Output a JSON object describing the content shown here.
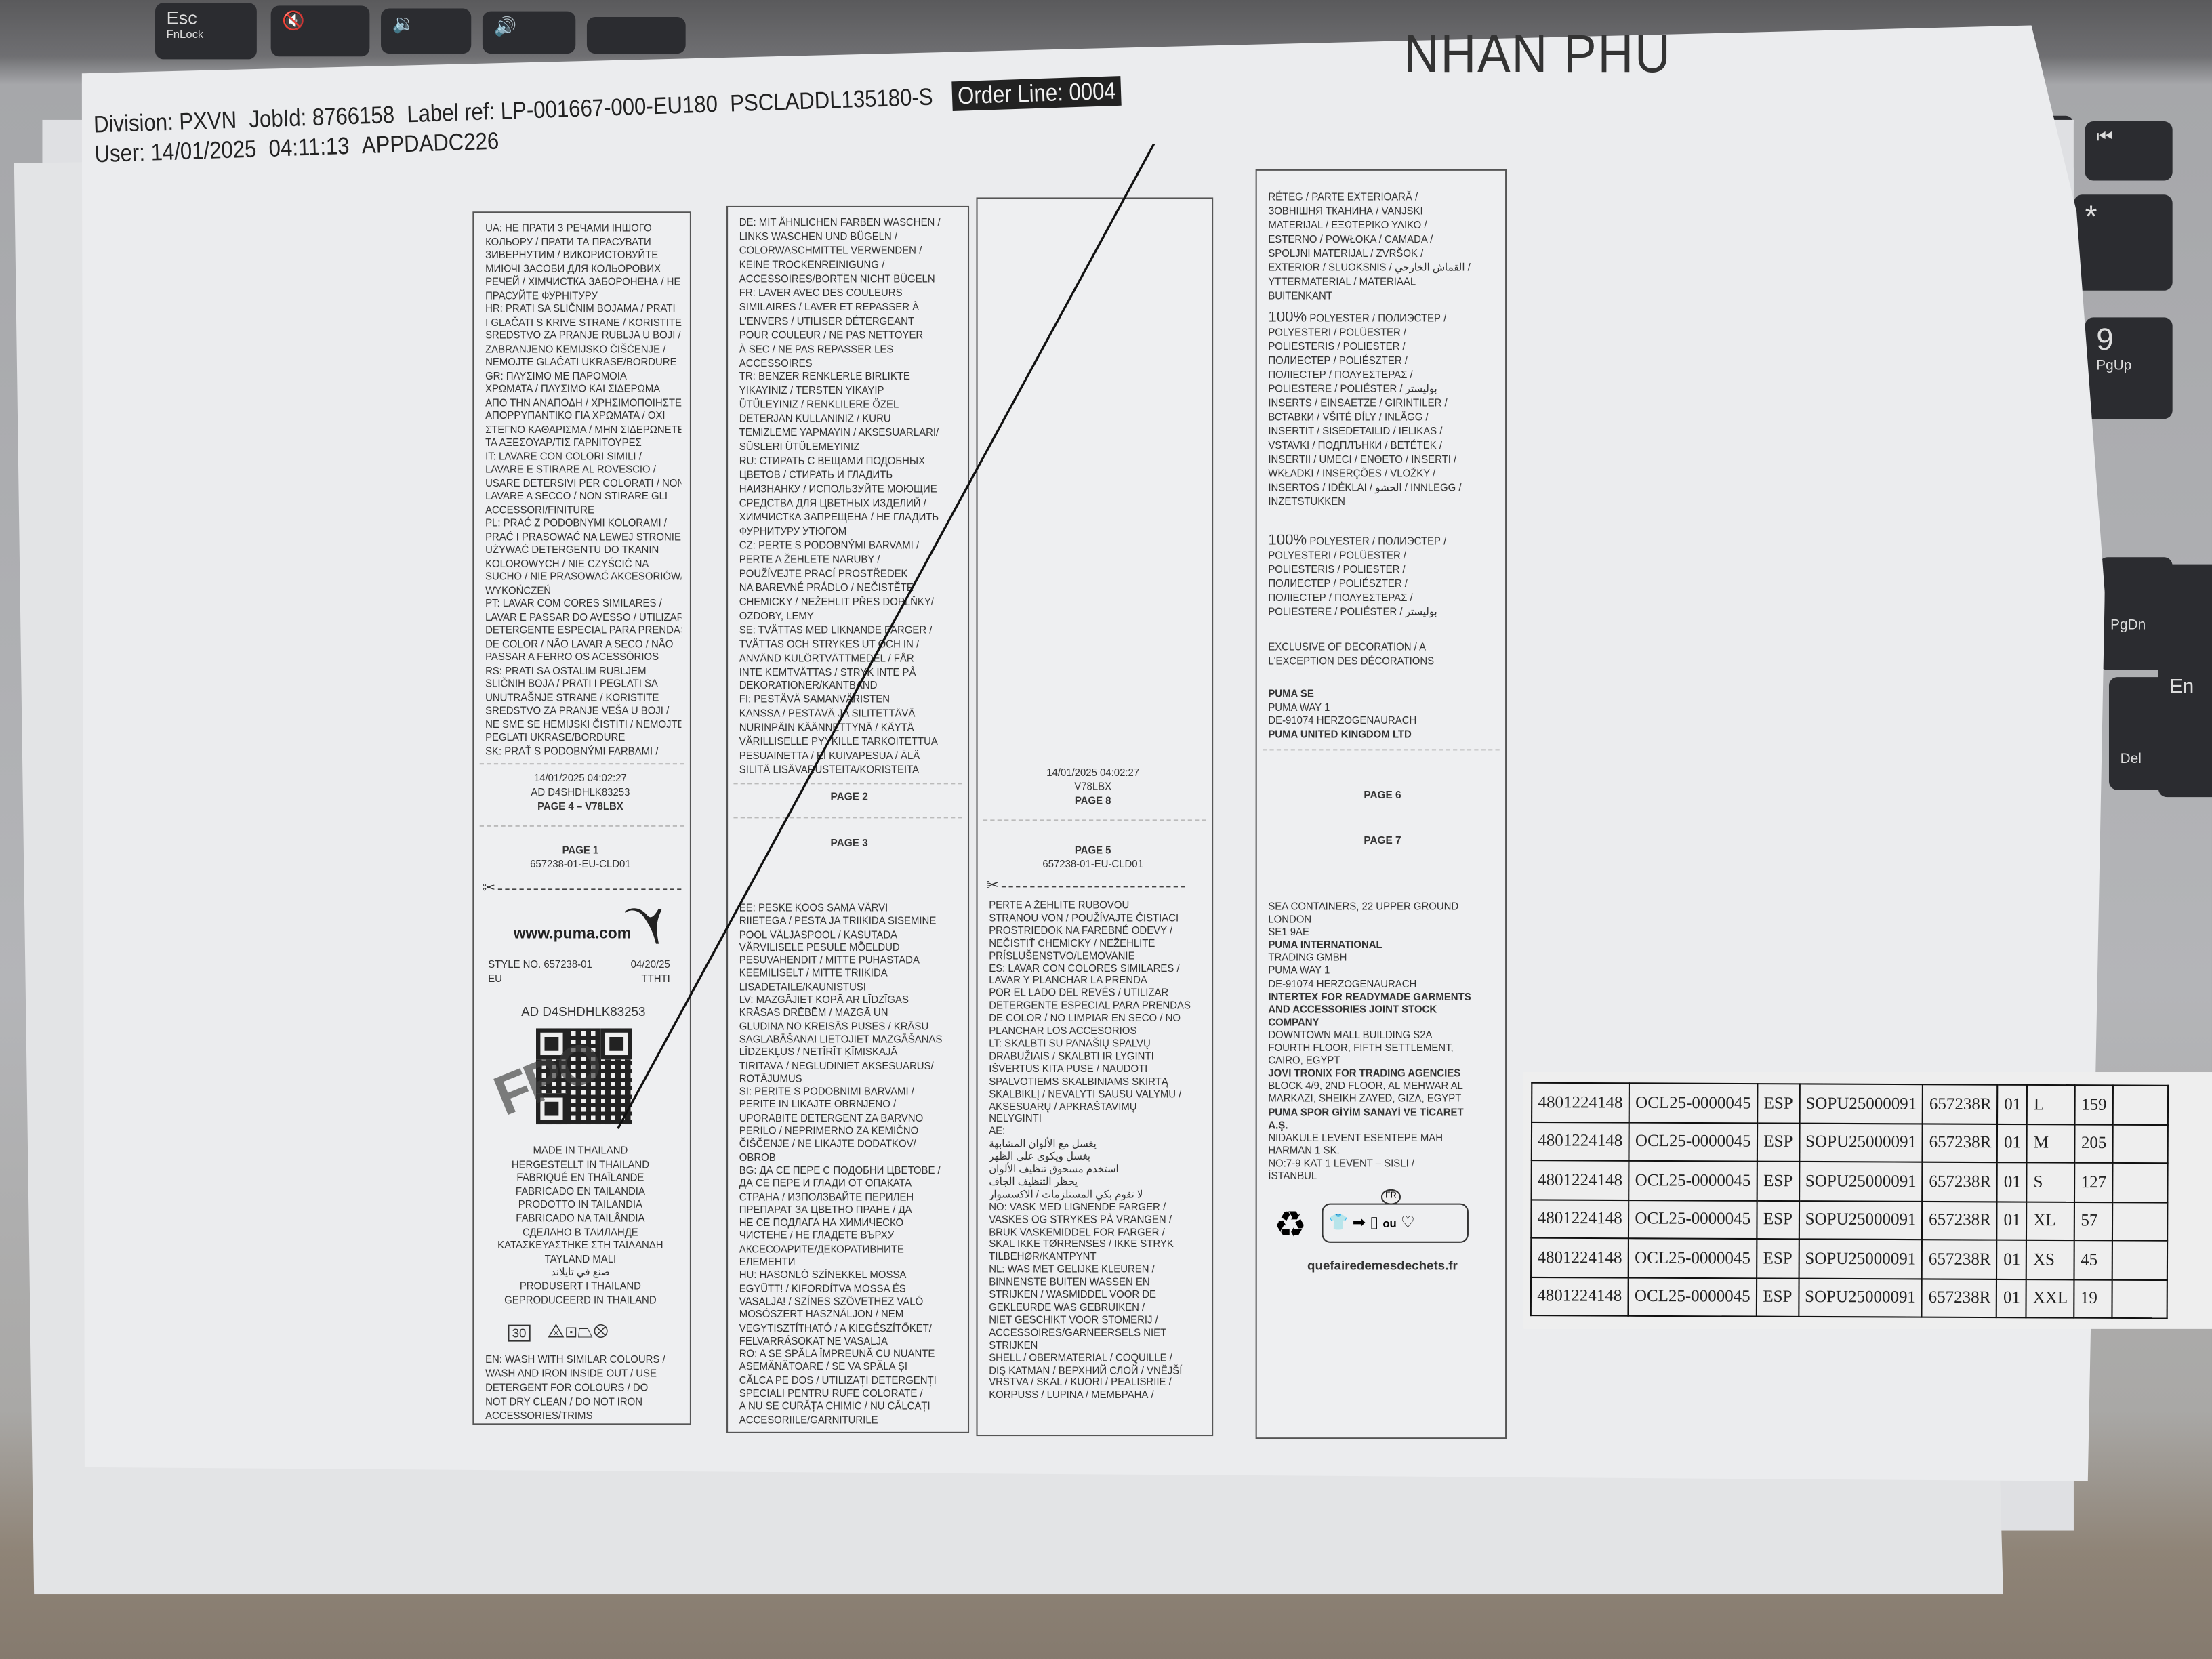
{
  "header": {
    "division": "Division: PXVN",
    "job_id": "JobId: 8766158",
    "label_ref": "Label ref:  LP-001667-000-EU180",
    "code": "PSCLADDL135180-S",
    "order_line": "Order Line: 0004",
    "user": "User: 14/01/2025",
    "time": "04:11:13",
    "app": "APPDADC226"
  },
  "handwritten_name": "NHAN PHU",
  "keyboard": {
    "esc": "Esc",
    "fnlock": "FnLock",
    "pgup": "PgUp",
    "num9": "9",
    "pgdn": "PgDn",
    "enter": "En",
    "del": "Del"
  },
  "panel1": {
    "care": [
      "UA: НЕ ПРАТИ З РЕЧАМИ ІНШОГО",
      "КОЛЬОРУ / ПРАТИ ТА ПРАСУВАТИ",
      "ЗИВЕРНУТИМ / ВИКОРИСТОВУЙТЕ",
      "МИЮЧІ ЗАСОБИ ДЛЯ КОЛЬОРОВИХ",
      "РЕЧЕЙ / ХІМЧИСТКА ЗАБОРОНЕНА / НЕ",
      "ПРАСУЙТЕ ФУРНІТУРУ",
      "HR: PRATI SA SLIČNIM BOJAMA / PRATI",
      "I GLAČATI S KRIVE STRANE / KORISTITE",
      "SREDSTVO ZA PRANJE RUBLJA U BOJI /",
      "ZABRANJENO KEMIJSKO ČIŠĆENJE /",
      "NEMOJTE GLAČATI UKRASE/BORDURE",
      "GR: ΠΛΥΣΙΜΟ ΜΕ ΠΑΡΟΜΟΙΑ",
      "ΧΡΩΜΑΤΑ / ΠΛΥΣΙΜΟ ΚΑΙ ΣΙΔΕΡΩΜΑ",
      "ΑΠΟ ΤΗΝ ΑΝΑΠΟΔΗ / ΧΡΗΣΙΜΟΠΟΙΗΣΤΕ",
      "ΑΠΟΡΡΥΠΑΝΤΙΚΟ ΓΙΑ ΧΡΩΜΑΤΑ / ΟΧΙ",
      "ΣΤΕΓΝΟ ΚΑΘΑΡΙΣΜΑ / ΜΗΝ ΣΙΔΕΡΩΝΕΤΕ",
      "ΤΑ ΑΞΕΣΟΥΑΡ/ΤΙΣ ΓΑΡΝΙΤΟΥΡΕΣ",
      "IT: LAVARE CON COLORI SIMILI /",
      "LAVARE E STIRARE AL ROVESCIO /",
      "USARE DETERSIVI PER COLORATI / NON",
      "LAVARE A SECCO / NON STIRARE GLI",
      "ACCESSORI/FINITURE",
      "PL: PRAĆ Z PODOBNYMI KOLORAMI /",
      "PRAĆ I PRASOWAĆ NA LEWEJ STRONIE /",
      "UŻYWAĆ DETERGENTU DO TKANIN",
      "KOLOROWYCH / NIE CZYŚCIĆ NA",
      "SUCHO / NIE PRASOWAĆ AKCESORIÓW/",
      "WYKOŃCZEŃ",
      "PT: LAVAR COM CORES SIMILARES /",
      "LAVAR E PASSAR DO AVESSO / UTILIZAR",
      "DETERGENTE ESPECIAL PARA PRENDAS",
      "DE COLOR / NÃO LAVAR A SECO / NÃO",
      "PASSAR A FERRO OS ACESSÓRIOS",
      "RS: PRATI SA OSTALIM RUBLJEM",
      "SLIČNIH BOJA / PRATI I PEGLATI SA",
      "UNUTRAŠNJE STRANE / KORISTITE",
      "SREDSTVO ZA PRANJE VEŠA U BOJI /",
      "NE SME SE HEMIJSKI ČISTITI / NEMOJTE",
      "PEGLATI UKRASE/BORDURE",
      "SK: PRAŤ S PODOBNÝMI FARBAMI /"
    ],
    "stamp_date": "14/01/2025 04:02:27",
    "stamp_ad": "AD D4SHDHLK83253",
    "page4": "PAGE 4 – V78LBX",
    "page1": "PAGE 1",
    "page1_code": "657238-01-EU-CLD01",
    "website": "www.puma.com",
    "style_no": "STYLE NO. 657238-01",
    "date_code": "04/20/25",
    "region": "EU",
    "factory_code": "TTHTI",
    "ad_code": "AD  D4SHDHLK83253",
    "fpo": "FPO",
    "made_in": [
      "MADE IN THAILAND",
      "HERGESTELLT IN THAILAND",
      "FABRIQUÉ EN THAÏLANDE",
      "FABRICADO EN TAILANDIA",
      "PRODOTTO IN TAILANDIA",
      "FABRICADO NA TAILÂNDIA",
      "СДЕЛАНО В ТАИЛАНДЕ",
      "ΚΑΤΑΣΚΕΥΑΣΤΗΚΕ ΣΤΗ ΤΑΪΛΑΝΔΗ",
      "TAYLAND MALI",
      "صنع في تايلاند",
      "PRODUSERT I THAILAND",
      "GEPRODUCEERD IN THAILAND"
    ],
    "care_symbols": "30",
    "en": [
      "EN: WASH WITH SIMILAR COLOURS /",
      "WASH AND IRON INSIDE OUT / USE",
      "DETERGENT FOR COLOURS / DO",
      "NOT DRY CLEAN / DO NOT IRON",
      "ACCESSORIES/TRIMS"
    ]
  },
  "panel2": {
    "top": [
      "DE: MIT ÄHNLICHEN FARBEN WASCHEN /",
      "LINKS WASCHEN UND BÜGELN /",
      "COLORWASCHMITTEL VERWENDEN /",
      "KEINE TROCKENREINIGUNG /",
      "ACCESSOIRES/BORTEN NICHT BÜGELN",
      "FR: LAVER AVEC DES COULEURS",
      "SIMILAIRES / LAVER ET REPASSER À",
      "L'ENVERS / UTILISER DÉTERGEANT",
      "POUR COULEUR / NE PAS NETTOYER",
      "À SEC / NE PAS REPASSER LES",
      "ACCESSOIRES",
      "TR: BENZER RENKLERLE BIRLIKTE",
      "YIKAYINIZ / TERSTEN YIKAYIP",
      "ÜTÜLEYINIZ / RENKLILERE ÖZEL",
      "DETERJAN KULLANINIZ / KURU",
      "TEMIZLEME YAPMAYIN / AKSESUARLARI/",
      "SÜSLERI ÜTÜLEMEYINIZ",
      "RU: СТИРАТЬ С ВЕЩАМИ ПОДОБНЫХ",
      "ЦВЕТОВ / СТИРАТЬ И ГЛАДИТЬ",
      "НАИЗНАНКУ / ИСПОЛЬЗУЙТЕ МОЮЩИЕ",
      "СРЕДСТВА ДЛЯ ЦВЕТНЫХ ИЗДЕЛИЙ /",
      "ХИМЧИСТКА ЗАПРЕЩЕНА / НЕ ГЛАДИТЬ",
      "ФУРНИТУРУ УТЮГОМ",
      "CZ: PERTE S PODOBNÝMI BARVAMI /",
      "PERTE A ŽEHLETE NARUBY /",
      "POUŽÍVEJTE PRACÍ PROSTŘEDEK",
      "NA BAREVNÉ PRÁDLO / NEČISTĚTE",
      "CHEMICKY / NEŽEHLIT PŘES DOPLŇKY/",
      "OZDOBY, LEMY",
      "SE: TVÄTTAS MED LIKNANDE FÄRGER /",
      "TVÄTTAS OCH STRYKES UT OCH IN /",
      "ANVÄND KULÖRTVÄTTMEDEL / FÅR",
      "INTE KEMTVÄTTAS / STRYK INTE PÅ",
      "DEKORATIONER/KANTBAND",
      "FI: PESTÄVÄ SAMANVÄRISTEN",
      "KANSSA / PESTÄVÄ JA SILITETTÄVÄ",
      "NURINPÄIN KÄÄNNETTYNÄ / KÄYTÄ",
      "VÄRILLISELLE PYYKILLE TARKOITETTUA",
      "PESUAINETTA / EI KUIVAPESUA / ÄLÄ",
      "SILITÄ LISÄVARUSTEITA/KORISTEITA"
    ],
    "page2": "PAGE 2",
    "page3": "PAGE 3",
    "bottom": [
      "EE: PESKE KOOS SAMA VÄRVI",
      "RIIETEGA / PESTA JA TRIIKIDA SISEMINE",
      "POOL VÄLJASPOOL / KASUTADA",
      "VÄRVILISELE PESULE MÕELDUD",
      "PESUVAHENDIT / MITTE PUHASTADA",
      "KEEMILISELT / MITTE TRIIKIDA",
      "LISADETAILE/KAUNISTUSI",
      "LV: MAZGĀJIET KOPĀ AR LĪDZĪGAS",
      "KRĀSAS DRĒBĒM / MAZGĀ UN",
      "GLUDINA NO KREISĀS PUSES / KRĀSU",
      "SAGLABĀŠANAI LIETOJIET MAZGĀŠANAS",
      "LĪDZEKĻUS / NETĪRĪT ĶĪMISKAJĀ",
      "TĪRĪTAVĀ / NEGLUDINIET AKSESUĀRUS/",
      "ROTĀJUMUS",
      "SI: PERITE S PODOBNIMI BARVAMI /",
      "PERITE IN LIKAJTE OBRNJENO /",
      "UPORABITE DETERGENT ZA BARVNO",
      "PERILO / NEPRIMERNO ZA KEMIČNO",
      "ČIŠČENJE / NE LIKAJTE DODATKOV/",
      "OBROB",
      "BG: ДА СЕ ПЕРЕ С ПОДОБНИ ЦВЕТОВЕ /",
      "ДА СЕ ПЕРЕ И ГЛАДИ ОТ ОПАКАТА",
      "СТРАНА / ИЗПОЛЗВАЙТЕ ПЕРИЛЕН",
      "ПРЕПАРАТ ЗА ЦВЕТНО ПРАНЕ / ДА",
      "НЕ СЕ ПОДЛАГА НА ХИМИЧЕСКО",
      "ЧИСТЕНЕ / НЕ ГЛАДЕТЕ ВЪРХУ",
      "АКСЕСОАРИТЕ/ДЕКОРАТИВНИТЕ",
      "ЕЛЕМЕНТИ",
      "HU: HASONLÓ SZÍNEKKEL MOSSA",
      "EGYÜTT! / KIFORDÍTVA MOSSA ÉS",
      "VASALJA! / SZÍNES SZÖVETHEZ VALÓ",
      "MOSÓSZERT HASZNÁLJON / NEM",
      "VEGYTISZTÍTHATÓ / A KIEGÉSZÍTŐKET/",
      "FELVARRÁSOKAT NE VASALJA",
      "RO: A SE SPĂLA ÎMPREUNĂ CU NUANTE",
      "ASEMĂNĂTOARE / SE VA SPĂLA ȘI",
      "CĂLCA PE DOS / UTILIZAȚI DETERGENȚI",
      "SPECIALI PENTRU RUFE COLORATE /",
      "A NU SE CURĂȚA CHIMIC / NU CĂLCAȚI",
      "ACCESORIILE/GARNITURILE"
    ]
  },
  "panel3": {
    "stamp_date": "14/01/2025 04:02:27",
    "stamp_code": "V78LBX",
    "page8": "PAGE 8",
    "page5": "PAGE 5",
    "page5_code": "657238-01-EU-CLD01",
    "bottom": [
      "PERTE A ŽEHLITE RUBOVOU",
      "STRANOU VON / POUŽÍVAJTE ČISTIACI",
      "PROSTRIEDOK NA FAREBNÉ ODEVY /",
      "NEČISTIŤ CHEMICKY / NEŽEHLITE",
      "PRÍSLUŠENSTVO/LEMOVANIE",
      "ES: LAVAR CON COLORES SIMILARES /",
      "LAVAR Y PLANCHAR LA PRENDA",
      "POR EL LADO DEL REVÉS / UTILIZAR",
      "DETERGENTE ESPECIAL PARA PRENDAS",
      "DE COLOR / NO LIMPIAR EN SECO / NO",
      "PLANCHAR LOS ACCESORIOS",
      "LT: SKALBTI SU PANAŠIŲ SPALVŲ",
      "DRABUŽIAIS / SKALBTI IR LYGINTI",
      "IŠVERTUS KITA PUSE / NAUDOTI",
      "SPALVOTIEMS SKALBINIAMS SKIRTĄ",
      "SKALBIKLĮ / NEVALYTI SAUSU VALYMU /",
      "AKSESUARŲ / APKRAŠTAVIMŲ",
      "NELYGINTI",
      "AE:",
      "يغسل مع الألوان المشابهة",
      "يغسل ويكوى على الظهر",
      "استخدم مسحوق تنظيف الألوان",
      "يحظر التنظيف الجاف",
      "لا تقوم بكي المستلزمات / الاكسسوار",
      "NO: VASK MED LIGNENDE FARGER /",
      "VASKES OG STRYKES PÅ VRANGEN /",
      "BRUK VASKEMIDDEL FOR FARGER /",
      "SKAL IKKE TØRRENSES / IKKE STRYK",
      "TILBEHØR/KANTPYNT",
      "NL: WAS MET GELIJKE KLEUREN /",
      "BINNENSTE BUITEN WASSEN EN",
      "STRIJKEN / WASMIDDEL VOOR DE",
      "GEKLEURDE WAS GEBRUIKEN /",
      "NIET GESCHIKT VOOR STOMERIJ /",
      "ACCESSOIRES/GARNEERSELS NIET",
      "STRIJKEN",
      "",
      "SHELL / OBERMATERIAL / COQUILLE /",
      "DIŞ KATMAN / ВЕРХНИЙ СЛОЙ / VNĚJŠÍ",
      "VRSTVA / SKAL / KUORI / PEALISRIIE /",
      "KORPUSS / LUPINA / МЕМБРАНА /"
    ]
  },
  "panel4": {
    "shell": [
      "RÉTEG / PARTE EXTERIOARĂ /",
      "ЗОВНІШНЯ ТКАНИНА / VANJSKI",
      "MATERIJAL / ΕΞΩΤΕΡΙΚΟ ΥΛΙΚΟ /",
      "ESTERNO / POWŁOKA / CAMADA /",
      "SPOLJNI MATERIJAL / ZVRŠOK /",
      "EXTERIOR / SLUOKSNIS / القماش الخارجي /",
      "YTTERMATERIAL / MATERIAAL",
      "BUITENKANT"
    ],
    "comp1": [
      "100% POLYESTER / ПОЛИЭСТЕР /",
      "POLYESTERI / POLÜESTER /",
      "POLIESTERIS / POLIESTER /",
      "ПОЛИЕСТЕР / POLIÉSZTER /",
      "ПОЛІЕСТЕР / ΠΟΛΥΕΣΤΕΡΑΣ /",
      "POLIESTERE / POLIÉSTER / بوليستر"
    ],
    "inserts": [
      "INSERTS / EINSAETZE / GIRINTILER /",
      "ВСТАВКИ / VŠITÉ DÍLY / INLÄGG /",
      "INSERTIT / SISEDETAILID / IELIKAS /",
      "VSTAVKI / ПОДПЛЪНКИ / BETÉTEK /",
      "INSERTII / UMECI / ΕΝΘΕΤΟ / INSERTI /",
      "WKŁADKI / INSERÇÕES / VLOŽKY /",
      "INSERTOS / IDĖKLAI / الحشو / INNLEGG /",
      "INZETSTUKKEN"
    ],
    "comp2": [
      "100% POLYESTER / ПОЛИЭСТЕР /",
      "POLYESTERI / POLÜESTER /",
      "POLIESTERIS / POLIESTER /",
      "ПОЛИЕСТЕР / POLIÉSZTER /",
      "ПОЛІЕСТЕР / ΠΟΛΥΕΣΤΕΡΑΣ /",
      "POLIESTERE / POLIÉSTER / بوليستر"
    ],
    "exclusive": [
      "EXCLUSIVE OF DECORATION / A",
      "L'EXCEPTION DES DÉCORATIONS"
    ],
    "address1": [
      {
        "t": "PUMA SE",
        "b": true
      },
      {
        "t": "PUMA WAY 1",
        "b": false
      },
      {
        "t": "DE-91074 HERZOGENAURACH",
        "b": false
      },
      {
        "t": "PUMA UNITED KINGDOM LTD",
        "b": true
      }
    ],
    "page6": "PAGE 6",
    "page7": "PAGE 7",
    "address2": [
      {
        "t": "SEA CONTAINERS, 22 UPPER GROUND",
        "b": false
      },
      {
        "t": "LONDON",
        "b": false
      },
      {
        "t": "SE1 9AE",
        "b": false
      },
      {
        "t": "PUMA INTERNATIONAL",
        "b": true
      },
      {
        "t": "TRADING GMBH",
        "b": false
      },
      {
        "t": "PUMA WAY 1",
        "b": false
      },
      {
        "t": "DE-91074 HERZOGENAURACH",
        "b": false
      },
      {
        "t": "INTERTEX FOR READYMADE GARMENTS",
        "b": true
      },
      {
        "t": "AND ACCESSORIES JOINT STOCK",
        "b": true
      },
      {
        "t": "COMPANY",
        "b": true
      },
      {
        "t": "DOWNTOWN MALL BUILDING S2A",
        "b": false
      },
      {
        "t": "FOURTH FLOOR, FIFTH SETTLEMENT,",
        "b": false
      },
      {
        "t": "CAIRO, EGYPT",
        "b": false
      },
      {
        "t": "JOVI TRONIX FOR TRADING AGENCIES",
        "b": true
      },
      {
        "t": "BLOCK 4/9, 2ND FLOOR, AL MEHWAR AL",
        "b": false
      },
      {
        "t": "MARKAZI, SHEIKH ZAYED, GIZA, EGYPT",
        "b": false
      },
      {
        "t": "PUMA SPOR GİYİM SANAYİ VE TİCARET",
        "b": true
      },
      {
        "t": "A.Ş.",
        "b": true
      },
      {
        "t": "NIDAKULE LEVENT ESENTEPE MAH",
        "b": false
      },
      {
        "t": "HARMAN 1 SK.",
        "b": false
      },
      {
        "t": "NO:7-9 KAT 1 LEVENT – SISLI /",
        "b": false
      },
      {
        "t": "İSTANBUL",
        "b": false
      }
    ],
    "recycle_badge": "FR",
    "recycle_ou": "ou",
    "recycle_url": "quefairedemesdechets.fr"
  },
  "order_table": {
    "rows": [
      [
        "4801224148",
        "OCL25-0000045",
        "ESP",
        "SOPU25000091",
        "657238R",
        "01",
        "L",
        "159"
      ],
      [
        "4801224148",
        "OCL25-0000045",
        "ESP",
        "SOPU25000091",
        "657238R",
        "01",
        "M",
        "205"
      ],
      [
        "4801224148",
        "OCL25-0000045",
        "ESP",
        "SOPU25000091",
        "657238R",
        "01",
        "S",
        "127"
      ],
      [
        "4801224148",
        "OCL25-0000045",
        "ESP",
        "SOPU25000091",
        "657238R",
        "01",
        "XL",
        "57"
      ],
      [
        "4801224148",
        "OCL25-0000045",
        "ESP",
        "SOPU25000091",
        "657238R",
        "01",
        "XS",
        "45"
      ],
      [
        "4801224148",
        "OCL25-0000045",
        "ESP",
        "SOPU25000091",
        "657238R",
        "01",
        "XXL",
        "19"
      ]
    ]
  }
}
